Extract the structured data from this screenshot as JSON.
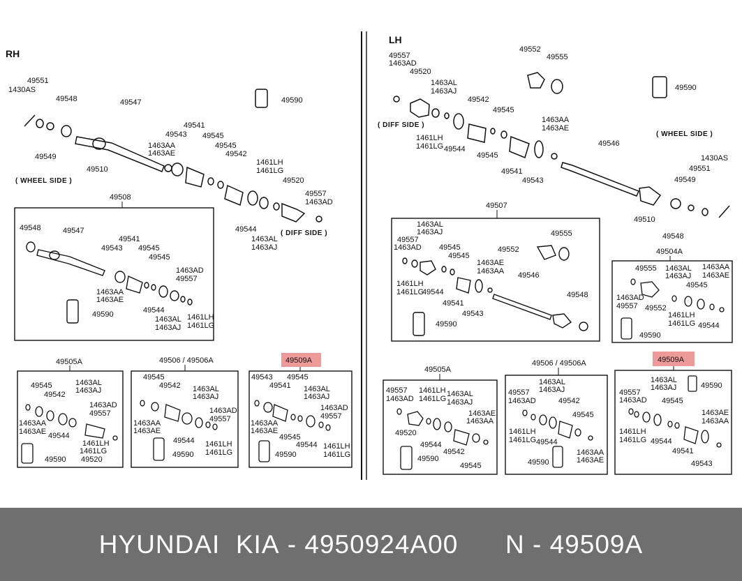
{
  "header_rh": "RH",
  "header_lh": "LH",
  "rh": {
    "wheel_side": "( WHEEL SIDE )",
    "diff_side": "( DIFF SIDE )",
    "labels": [
      "49551",
      "1430AS",
      "49548",
      "49547",
      "49549",
      "49510",
      "49541",
      "49543",
      "1463AA",
      "1463AE",
      "49545",
      "49545",
      "49542",
      "1461LH",
      "1461LG",
      "49520",
      "49557",
      "1463AD",
      "49544",
      "1463AL",
      "1463AJ",
      "49590"
    ],
    "box_49508": {
      "title": "49508",
      "labels": [
        "49548",
        "49547",
        "49541",
        "49543",
        "49545",
        "49545",
        "1463AD",
        "49557",
        "1463AA",
        "1463AE",
        "49544",
        "1463AL",
        "1463AJ",
        "1461LH",
        "1461LG",
        "49590"
      ]
    },
    "box_49505A": {
      "title": "49505A",
      "labels": [
        "49545",
        "49542",
        "1463AL",
        "1463AJ",
        "1463AD",
        "49557",
        "1463AA",
        "1463AE",
        "49544",
        "1461LH",
        "1461LG",
        "49590",
        "49520"
      ]
    },
    "box_49506": {
      "title": "49506 / 49506A",
      "labels": [
        "49545",
        "49542",
        "1463AL",
        "1463AJ",
        "1463AD",
        "49557",
        "1463AA",
        "1463AE",
        "49544",
        "1461LH",
        "1461LG",
        "49590"
      ]
    },
    "box_49509A": {
      "title": "49509A",
      "labels": [
        "49543",
        "49545",
        "49541",
        "1463AL",
        "1463AJ",
        "1463AD",
        "49557",
        "1463AA",
        "1463AE",
        "49545",
        "49544",
        "1461LH",
        "1461LG",
        "49590"
      ]
    }
  },
  "lh": {
    "wheel_side": "( WHEEL SIDE )",
    "diff_side": "( DIFF SIDE )",
    "labels": [
      "49557",
      "1463AD",
      "49520",
      "1463AL",
      "1463AJ",
      "49552",
      "49555",
      "49590",
      "49542",
      "49545",
      "1463AA",
      "1463AE",
      "1461LH",
      "1461LG",
      "49544",
      "49545",
      "49541",
      "49543",
      "49546",
      "1430AS",
      "49551",
      "49549",
      "49510",
      "49548"
    ],
    "box_49507": {
      "title": "49507",
      "labels": [
        "1463AL",
        "1463AJ",
        "49557",
        "1463AD",
        "49555",
        "49552",
        "49545",
        "49545",
        "1463AE",
        "1463AA",
        "1461LH",
        "1461LG",
        "49544",
        "49546",
        "49548",
        "49541",
        "49543",
        "49590"
      ]
    },
    "box_49504A": {
      "title": "49504A",
      "labels": [
        "49555",
        "1463AL",
        "1463AJ",
        "1463AA",
        "1463AE",
        "1463AD",
        "49557",
        "49552",
        "49545",
        "1461LH",
        "1461LG",
        "49544",
        "49590"
      ]
    },
    "box_49505A": {
      "title": "49505A",
      "labels": [
        "49557",
        "1463AD",
        "1461LH",
        "1461LG",
        "1463AL",
        "1463AJ",
        "1463AE",
        "1463AA",
        "49520",
        "49544",
        "49542",
        "49590",
        "49545"
      ]
    },
    "box_49506": {
      "title": "49506 / 49506A",
      "labels": [
        "1463AL",
        "1463AJ",
        "49557",
        "1463AD",
        "49542",
        "49545",
        "1461LH",
        "1461LG",
        "49544",
        "49590",
        "1463AA",
        "1463AE"
      ]
    },
    "box_49509A": {
      "title": "49509A",
      "labels": [
        "1463AL",
        "1463AJ",
        "49590",
        "49557",
        "1463AD",
        "49545",
        "1463AE",
        "1463AA",
        "1461LH",
        "1461LG",
        "49544",
        "49541",
        "49543"
      ]
    }
  },
  "footer": {
    "brand": "HYUNDAI  KIA",
    "sep1": " - ",
    "part_number": "4950924A00",
    "gap": "      ",
    "variant_prefix": "N",
    "sep2": " - ",
    "variant": "49509A"
  },
  "colors": {
    "highlight": "#ef9a9a",
    "footer_bg": "#6f6f6f",
    "footer_text": "#ffffff",
    "ink": "#111111"
  }
}
